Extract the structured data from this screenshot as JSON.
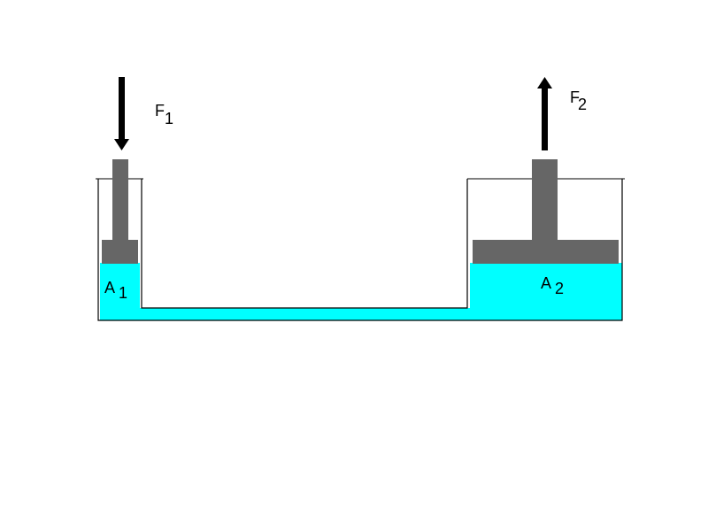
{
  "labels": {
    "force_left": {
      "main": "F",
      "sub": "1"
    },
    "force_right": {
      "main": "F",
      "sub": "2"
    },
    "area_left": {
      "main": "A",
      "sub": "1"
    },
    "area_right": {
      "main": "A",
      "sub": "2"
    }
  },
  "colors": {
    "fluid": "#00ffff",
    "piston": "#666666",
    "arrow": "#000000",
    "container_outline": "#000000",
    "background": "#ffffff"
  }
}
